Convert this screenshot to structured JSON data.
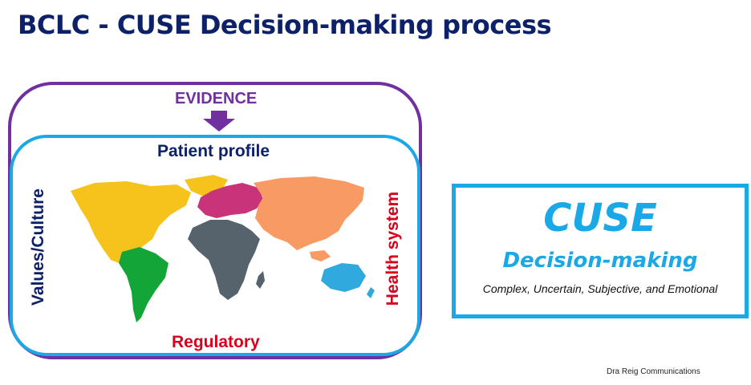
{
  "title": "BCLC - CUSE Decision-making process",
  "diagram": {
    "top_label": "EVIDENCE",
    "inner_title": "Patient profile",
    "left_label": "Values/Culture",
    "right_label": "Health system",
    "bottom_label": "Regulatory",
    "colors": {
      "outer_border": "#7030a0",
      "inner_border": "#1aa8e6",
      "navy_text": "#0d2169",
      "red_text": "#d8001a",
      "north_america": "#f6c21c",
      "south_america": "#13a538",
      "europe": "#c8337a",
      "africa": "#56636d",
      "asia": "#f79a63",
      "oceania": "#30a9de"
    }
  },
  "cuse": {
    "title": "CUSE",
    "subtitle": "Decision-making",
    "description": "Complex, Uncertain, Subjective, and Emotional"
  },
  "credit": "Dra Reig Communications"
}
